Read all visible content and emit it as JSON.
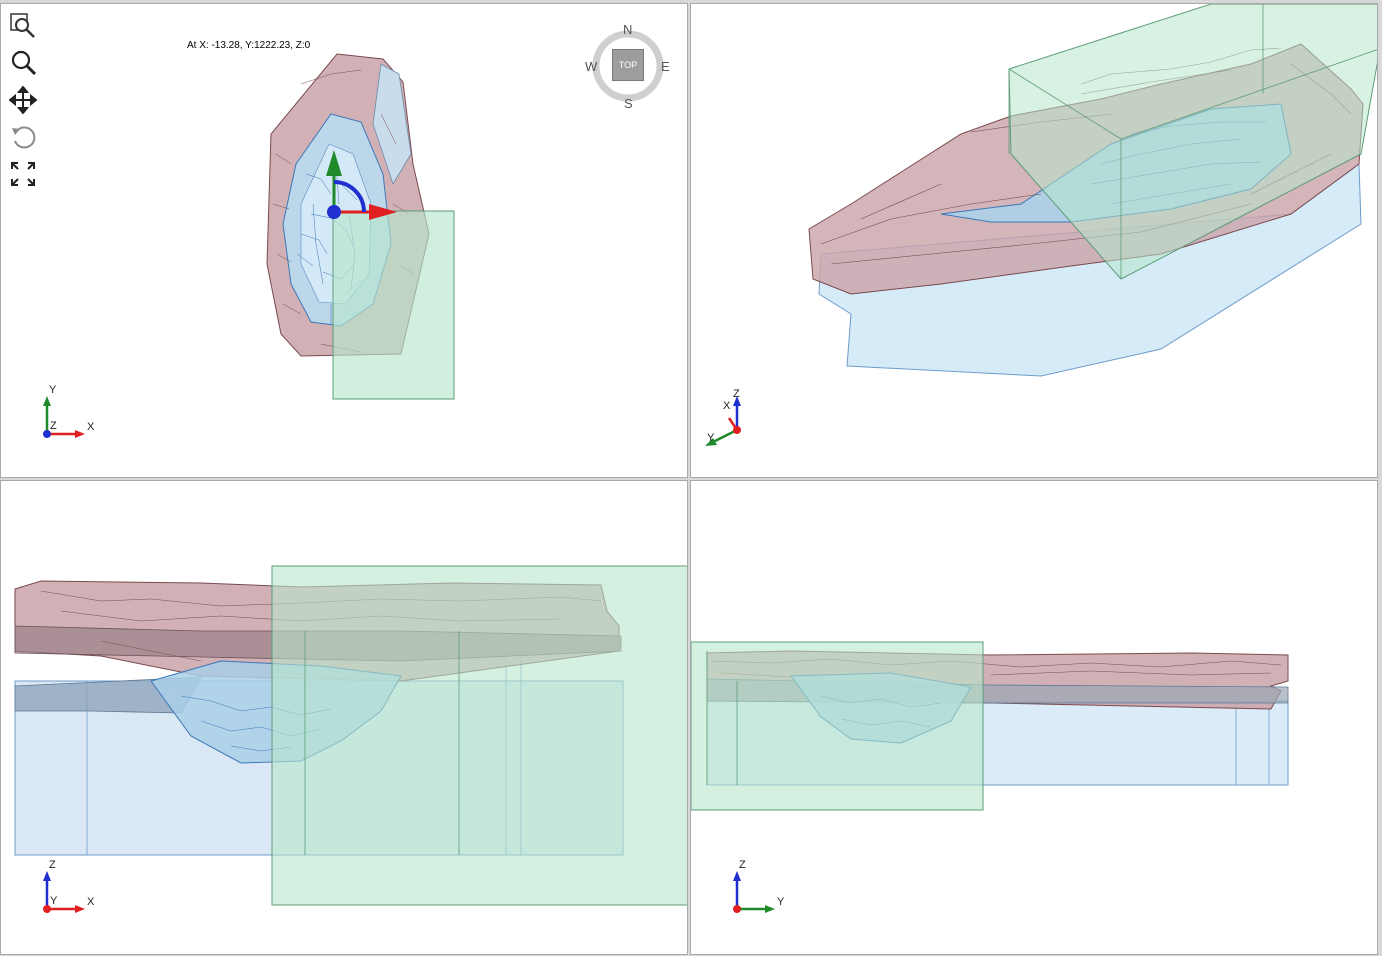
{
  "viewports": {
    "top": {
      "coordinate_readout": "At X: -13.28, Y:1222.23, Z:0",
      "compass": {
        "north": "N",
        "south": "S",
        "east": "E",
        "west": "W",
        "view_button": "TOP"
      },
      "triad": {
        "vertical": "Y",
        "center": "Z",
        "horizontal": "X"
      }
    },
    "perspective": {
      "triad": {
        "up": "Z",
        "left": "X",
        "lower": "Y"
      }
    },
    "front": {
      "triad": {
        "vertical": "Z",
        "center": "Y",
        "horizontal": "X"
      }
    },
    "side": {
      "triad": {
        "vertical": "Z",
        "horizontal": "Y"
      }
    }
  },
  "toolbar": {
    "tools": [
      {
        "icon": "zoom-extents-icon"
      },
      {
        "icon": "zoom-icon"
      },
      {
        "icon": "pan-icon"
      },
      {
        "icon": "rotate-icon"
      },
      {
        "icon": "fit-screen-icon"
      }
    ]
  },
  "colors": {
    "terrain_fill": "#c9a3a8",
    "terrain_line": "#7a4a4f",
    "pit_fill": "#a9cfe8",
    "pit_line": "#3d78b8",
    "slab_fill": "#cbe6f6",
    "box_fill": "#b7e6cc",
    "box_line": "#5e9c78",
    "axis_x": "#e02020",
    "axis_y": "#1f8a2a",
    "axis_z": "#2030d0"
  }
}
